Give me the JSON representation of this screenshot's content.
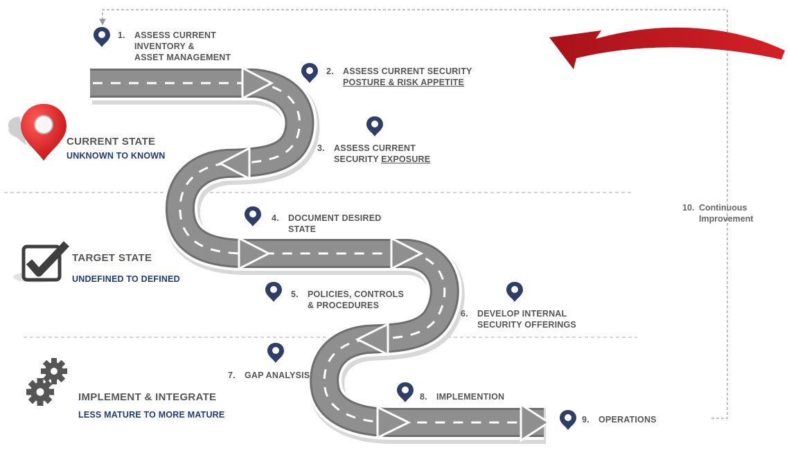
{
  "stages": [
    {
      "title": "CURRENT STATE",
      "subtitle": "UNKNOWN TO KNOWN",
      "icon": "map-pin-icon"
    },
    {
      "title": "TARGET STATE",
      "subtitle": "UNDEFINED TO DEFINED",
      "icon": "checkbox-icon"
    },
    {
      "title": "IMPLEMENT & INTEGRATE",
      "subtitle": "LESS MATURE TO MORE MATURE",
      "icon": "gears-icon"
    }
  ],
  "steps": [
    {
      "num": "1.",
      "line1": "ASSESS CURRENT",
      "line2": "INVENTORY &",
      "line3": "ASSET MANAGEMENT"
    },
    {
      "num": "2.",
      "line1": "ASSESS CURRENT SECURITY",
      "line2": "POSTURE & RISK APPETITE"
    },
    {
      "num": "3.",
      "line1": "ASSESS CURRENT",
      "line2a": "SECURITY ",
      "line2b": "EXPOSURE"
    },
    {
      "num": "4.",
      "line1": "DOCUMENT DESIRED",
      "line2": "STATE"
    },
    {
      "num": "5.",
      "line1": "POLICIES, CONTROLS",
      "line2": "& PROCEDURES"
    },
    {
      "num": "6.",
      "line1": "DEVELOP INTERNAL",
      "line2": "SECURITY OFFERINGS"
    },
    {
      "num": "7.",
      "line1": "GAP ANALYSIS"
    },
    {
      "num": "8.",
      "line1": "IMPLEMENTION"
    },
    {
      "num": "9.",
      "line1": "OPERATIONS"
    }
  ],
  "continuous": {
    "num": "10.",
    "line1": "Continuous",
    "line2": "Improvement"
  },
  "colors": {
    "road": "#8c8c8c",
    "road_edge": "#6e6e6e",
    "pin": "#2f3e66",
    "red": "#c0181d",
    "navy": "#1f3a78"
  }
}
